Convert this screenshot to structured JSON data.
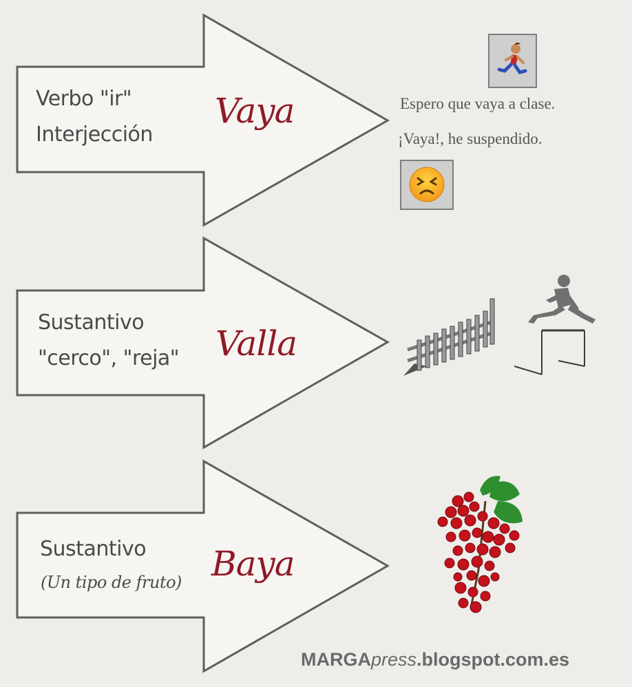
{
  "sections": [
    {
      "lines": [
        "Verbo \"ir\"",
        "Interjección"
      ],
      "word": "Vaya",
      "sentences": [
        "Espero que vaya a clase.",
        "¡Vaya!, he suspendido."
      ]
    },
    {
      "lines": [
        "Sustantivo",
        "\"cerco\", \"reja\""
      ],
      "word": "Valla"
    },
    {
      "lines": [
        "Sustantivo",
        "(Un tipo de fruto)"
      ],
      "word": "Baya"
    }
  ],
  "credit": {
    "brand": "MARGA",
    "brand_italic": "press",
    "domain": ".blogspot.com.es"
  },
  "icons": [
    "running-person-icon",
    "upset-face-icon",
    "fence-icon",
    "hurdle-jumper-icon",
    "berries-icon"
  ],
  "colors": {
    "word": "#8e1b27",
    "background": "#efedea",
    "arrow_stroke": "#5e5e5e"
  }
}
